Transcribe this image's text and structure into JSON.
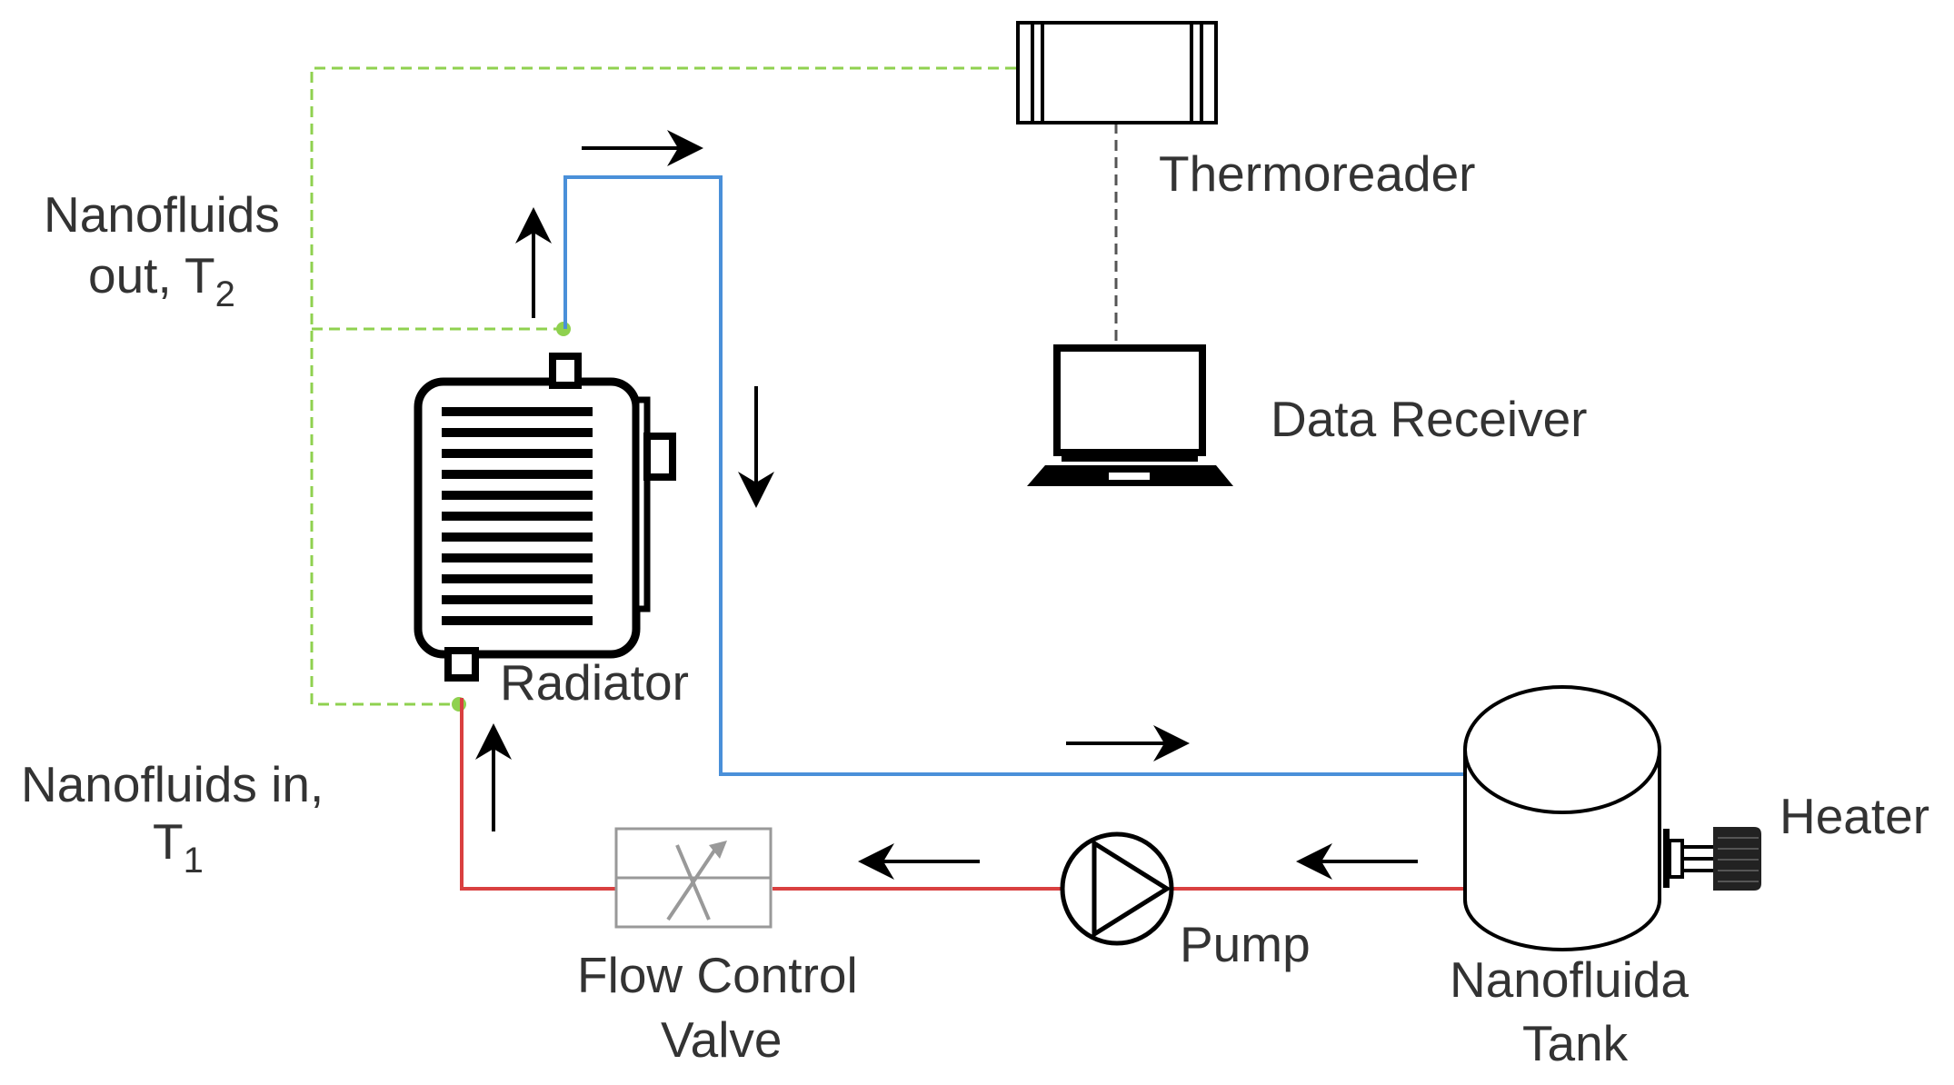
{
  "labels": {
    "thermoreader": "Thermoreader",
    "data_receiver": "Data Receiver",
    "radiator": "Radiator",
    "nanofluids_out_line1": "Nanofluids",
    "nanofluids_out_line2": "out, T",
    "nanofluids_out_sub": "2",
    "nanofluids_in_line1": "Nanofluids in,",
    "nanofluids_in_line2": "T",
    "nanofluids_in_sub": "1",
    "flow_valve_line1": "Flow Control",
    "flow_valve_line2": "Valve",
    "pump": "Pump",
    "tank_line1": "Nanofluida",
    "tank_line2": "Tank",
    "heater": "Heater"
  },
  "colors": {
    "hot_line": "#d94040",
    "cold_line": "#4a90d9",
    "sensor_line": "#8fd14f",
    "data_line": "#555555",
    "symbol": "#000000",
    "valve": "#999999"
  }
}
